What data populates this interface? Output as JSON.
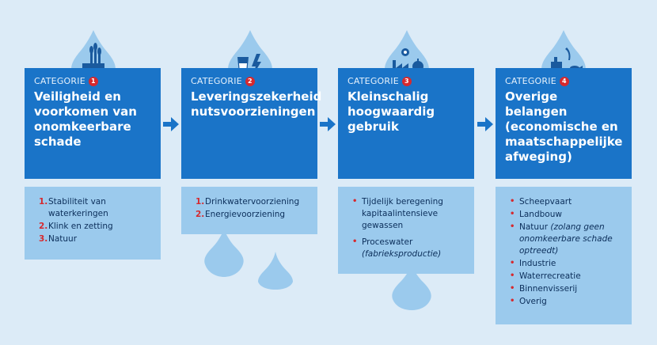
{
  "colors": {
    "background": "#dcebf7",
    "card": "#1a74c8",
    "detail": "#9bcaed",
    "accent": "#d6292e",
    "drop": "#9bcaed"
  },
  "category_word": "CATEGORIE",
  "categories": [
    {
      "number": "1",
      "title": "Veiligheid en voorkomen van onomkeerbare schade",
      "icon": "dike-reeds-icon",
      "list_type": "numbered",
      "items": [
        {
          "marker": "1.",
          "text": "Stabiliteit van waterkeringen",
          "note": ""
        },
        {
          "marker": "2.",
          "text": "Klink en zetting",
          "note": ""
        },
        {
          "marker": "3.",
          "text": "Natuur",
          "note": ""
        }
      ]
    },
    {
      "number": "2",
      "title": "Leveringszekerheid nutsvoorzieningen",
      "icon": "water-glass-lightning-icon",
      "list_type": "numbered",
      "items": [
        {
          "marker": "1.",
          "text": "Drinkwatervoorziening",
          "note": ""
        },
        {
          "marker": "2.",
          "text": "Energievoorziening",
          "note": ""
        }
      ]
    },
    {
      "number": "3",
      "title": "Kleinschalig hoogwaardig gebruik",
      "icon": "factory-flower-apple-icon",
      "list_type": "bulleted",
      "items": [
        {
          "marker": "•",
          "text": "Tijdelijk beregening kapitaalintensieve gewassen",
          "note": ""
        },
        {
          "marker": "•",
          "text": "Proceswater",
          "note": "(fabrieksproductie)"
        }
      ]
    },
    {
      "number": "4",
      "title": "Overige belangen (economische en maatschappelijke afweging)",
      "icon": "ship-wheat-fish-icon",
      "list_type": "bulleted",
      "items": [
        {
          "marker": "•",
          "text": "Scheepvaart",
          "note": ""
        },
        {
          "marker": "•",
          "text": "Landbouw",
          "note": ""
        },
        {
          "marker": "•",
          "text": "Natuur",
          "note": "(zolang geen onomkeerbare schade optreedt)"
        },
        {
          "marker": "•",
          "text": "Industrie",
          "note": ""
        },
        {
          "marker": "•",
          "text": "Waterrecreatie",
          "note": ""
        },
        {
          "marker": "•",
          "text": "Binnenvisserij",
          "note": ""
        },
        {
          "marker": "•",
          "text": "Overig",
          "note": ""
        }
      ]
    }
  ]
}
